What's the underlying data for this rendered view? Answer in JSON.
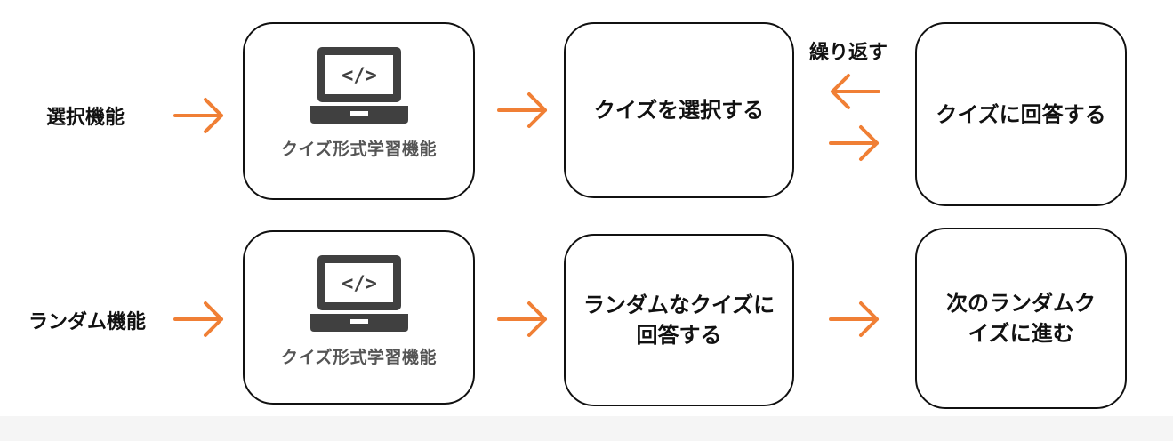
{
  "colors": {
    "arrow": "#f07f35",
    "border": "#111111",
    "laptop": "#404040",
    "func_label": "#555555"
  },
  "rows": [
    {
      "label": "選択機能",
      "function_box": {
        "icon": "laptop-code-icon",
        "code_glyph": "</>",
        "label": "クイズ形式学習機能"
      },
      "step_box": "クイズを選択する",
      "final_box": "クイズに回答する",
      "connector": "繰り返す"
    },
    {
      "label": "ランダム機能",
      "function_box": {
        "icon": "laptop-code-icon",
        "code_glyph": "</>",
        "label": "クイズ形式学習機能"
      },
      "step_box": "ランダムなクイズに回答する",
      "final_box": "次のランダムクイズに進む"
    }
  ]
}
